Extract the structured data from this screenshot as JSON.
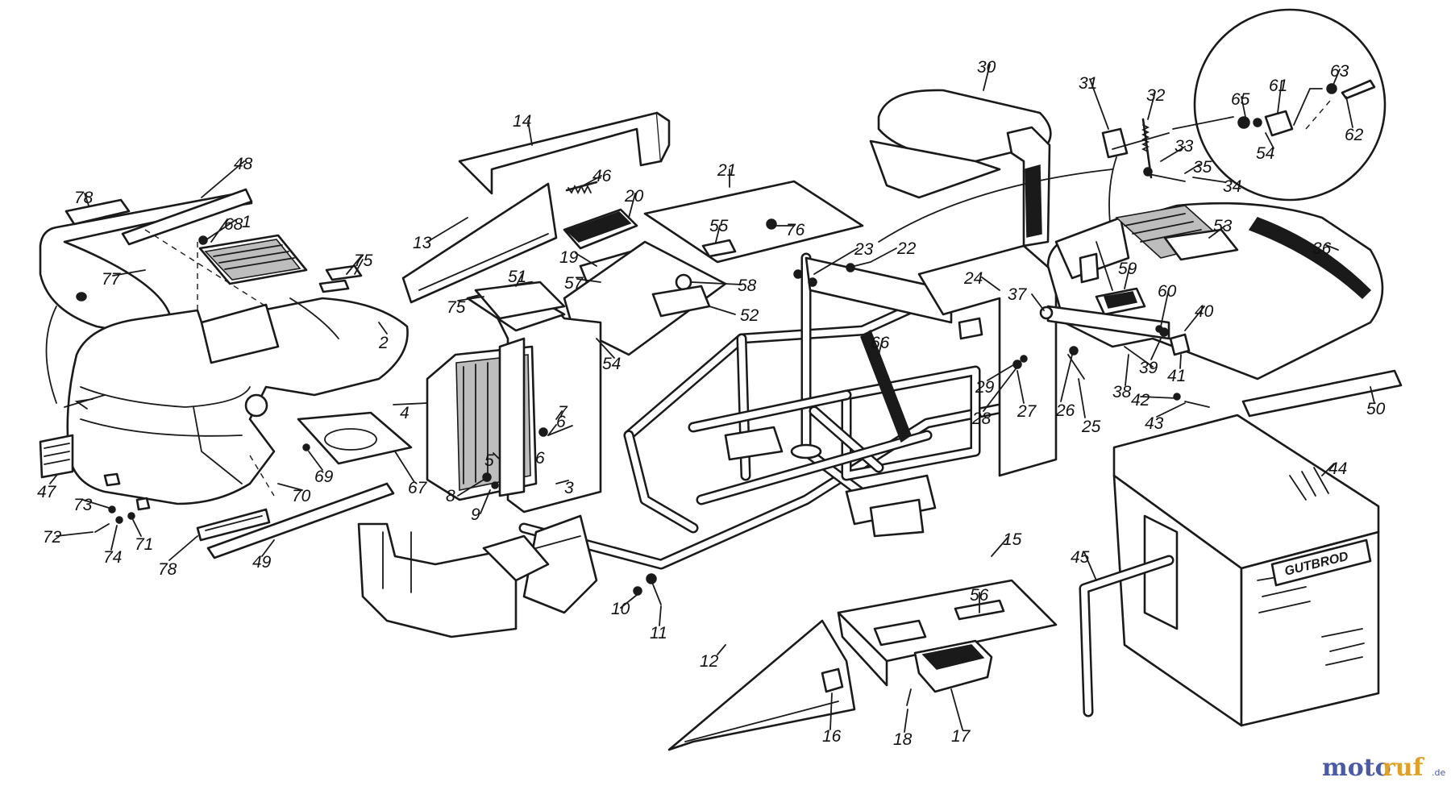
{
  "diagram": {
    "labels": [
      "1",
      "2",
      "3",
      "4",
      "5",
      "6",
      "6",
      "7",
      "8",
      "9",
      "10",
      "11",
      "12",
      "13",
      "14",
      "15",
      "16",
      "17",
      "18",
      "19",
      "20",
      "21",
      "22",
      "23",
      "24",
      "25",
      "26",
      "27",
      "28",
      "29",
      "30",
      "31",
      "32",
      "33",
      "34",
      "35",
      "36",
      "37",
      "38",
      "39",
      "40",
      "41",
      "42",
      "43",
      "44",
      "45",
      "46",
      "47",
      "48",
      "49",
      "50",
      "51",
      "52",
      "53",
      "54",
      "54",
      "55",
      "56",
      "57",
      "58",
      "59",
      "60",
      "61",
      "62",
      "63",
      "65",
      "66",
      "67",
      "68",
      "69",
      "70",
      "71",
      "72",
      "73",
      "74",
      "75",
      "75",
      "76",
      "77",
      "78",
      "78"
    ],
    "brand_on_catcher": "GUTBROD"
  },
  "watermark": {
    "part1": "moto",
    "part2": "ruf",
    "suffix": ".de"
  }
}
